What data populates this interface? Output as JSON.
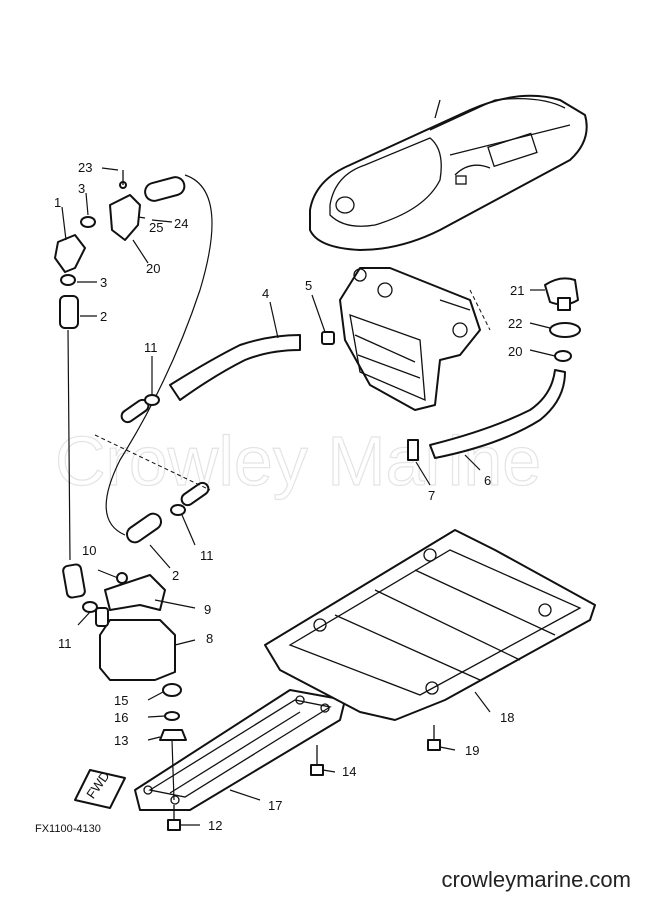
{
  "watermark": "Crowley Marine",
  "footer_text": "crowleymarine.com",
  "drawing_code": "FX1100-4130",
  "fwd_label": "FWD",
  "callouts": [
    {
      "id": "23"
    },
    {
      "id": "3"
    },
    {
      "id": "1"
    },
    {
      "id": "24"
    },
    {
      "id": "25"
    },
    {
      "id": "20"
    },
    {
      "id": "3"
    },
    {
      "id": "2"
    },
    {
      "id": "4"
    },
    {
      "id": "5"
    },
    {
      "id": "21"
    },
    {
      "id": "22"
    },
    {
      "id": "20"
    },
    {
      "id": "11"
    },
    {
      "id": "7"
    },
    {
      "id": "6"
    },
    {
      "id": "11"
    },
    {
      "id": "2"
    },
    {
      "id": "10"
    },
    {
      "id": "9"
    },
    {
      "id": "11"
    },
    {
      "id": "8"
    },
    {
      "id": "15"
    },
    {
      "id": "16"
    },
    {
      "id": "13"
    },
    {
      "id": "18"
    },
    {
      "id": "19"
    },
    {
      "id": "14"
    },
    {
      "id": "17"
    },
    {
      "id": "12"
    }
  ]
}
